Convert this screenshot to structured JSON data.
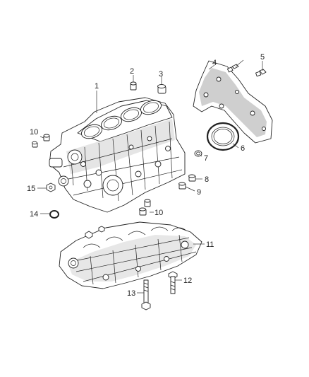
{
  "diagram": {
    "callouts": [
      "1",
      "2",
      "3",
      "4",
      "5",
      "6",
      "7",
      "8",
      "9",
      "10",
      "10",
      "11",
      "12",
      "13",
      "14",
      "15"
    ]
  }
}
